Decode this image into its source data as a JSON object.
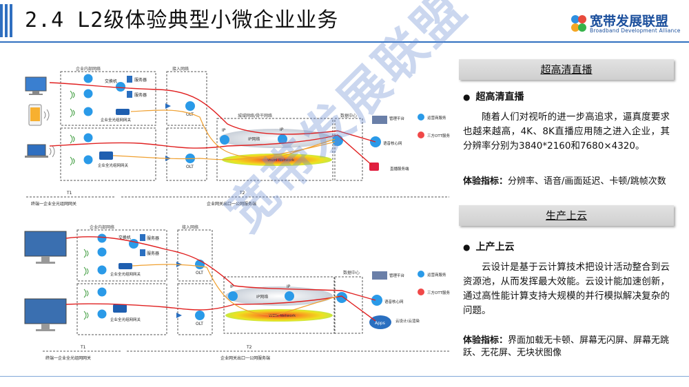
{
  "header": {
    "title": "2.4  L2级体验典型小微企业业务",
    "logo_text": "宽带发展联盟",
    "logo_sub": "Broadband Development Alliance"
  },
  "watermark": "宽带发展联盟",
  "colors": {
    "accent_blue": "#2f6fc0",
    "red_path": "#e02020",
    "orange_path": "#f0a030",
    "operator_dot": "#2a9ae8",
    "ott_dot": "#f04848"
  },
  "diagram_top": {
    "enterprise_net": "企业内部网络",
    "access_net": "接入网络",
    "metro_net": "城域网络/骨干网络",
    "dc": "数据中心",
    "switch": "交换机",
    "server1": "服务器",
    "server2": "服务器",
    "gw1": "企业全光组网网关",
    "gw2": "企业全光组网网关",
    "olt1": "OLT",
    "olt2": "OLT",
    "ip1": "IP",
    "ip2": "IP",
    "ip_net": "IP网络",
    "wdm": "WDM Network",
    "mgmt": "管理平台",
    "voice_core": "语音核心网",
    "live_server": "直播服务端",
    "legend_operator": "运营商服务",
    "legend_ott": "三方OTT服务",
    "t1": "T1",
    "t2": "T2",
    "t1_desc": "终端一企业全光组网网关",
    "t2_desc": "企业网关出口一公网服务端"
  },
  "diagram_bottom": {
    "enterprise_net": "企业内部网络",
    "access_net": "接入网络",
    "dc": "数据中心",
    "switch": "交换机",
    "server1": "服务器",
    "server2": "服务器",
    "gw1": "企业全光组网网关",
    "gw2": "企业全光组网网关",
    "olt1": "OLT",
    "olt2": "OLT",
    "ip1": "IP",
    "ip2": "IP",
    "ip_net": "IP网络",
    "wdm": "WDM Network",
    "mgmt": "管理平台",
    "voice_core": "语音核心网",
    "cloud": "云设计/云渲染",
    "apps": "Apps",
    "legend_operator": "运营商服务",
    "legend_ott": "三方OTT服务",
    "t1": "T1",
    "t2": "T2",
    "t1_desc": "终端一企业全光组网网关",
    "t2_desc": "企业网关出口一公网服务端"
  },
  "section1": {
    "header": "超高清直播",
    "bullet": "超高清直播",
    "body": "随着人们对视听的进一步高追求，逼真度要求也越来越高，4K、8K直播应用随之进入企业，其分辨率分别为3840*2160和7680×4320。",
    "metric_label": "体验指标：",
    "metric_text": "分辨率、语音/画面延迟、卡顿/跳帧次数"
  },
  "section2": {
    "header": "生产上云",
    "bullet": "上产上云",
    "body": "云设计是基于云计算技术把设计活动整合到云资源池，从而发挥最大效能。云设计能加速创新，通过高性能计算支持大规模的并行模拟解决复杂的问题。",
    "metric_label": "体验指标：",
    "metric_text": "界面加载无卡顿、屏幕无闪屏、屏幕无跳跃、无花屏、无块状图像"
  }
}
